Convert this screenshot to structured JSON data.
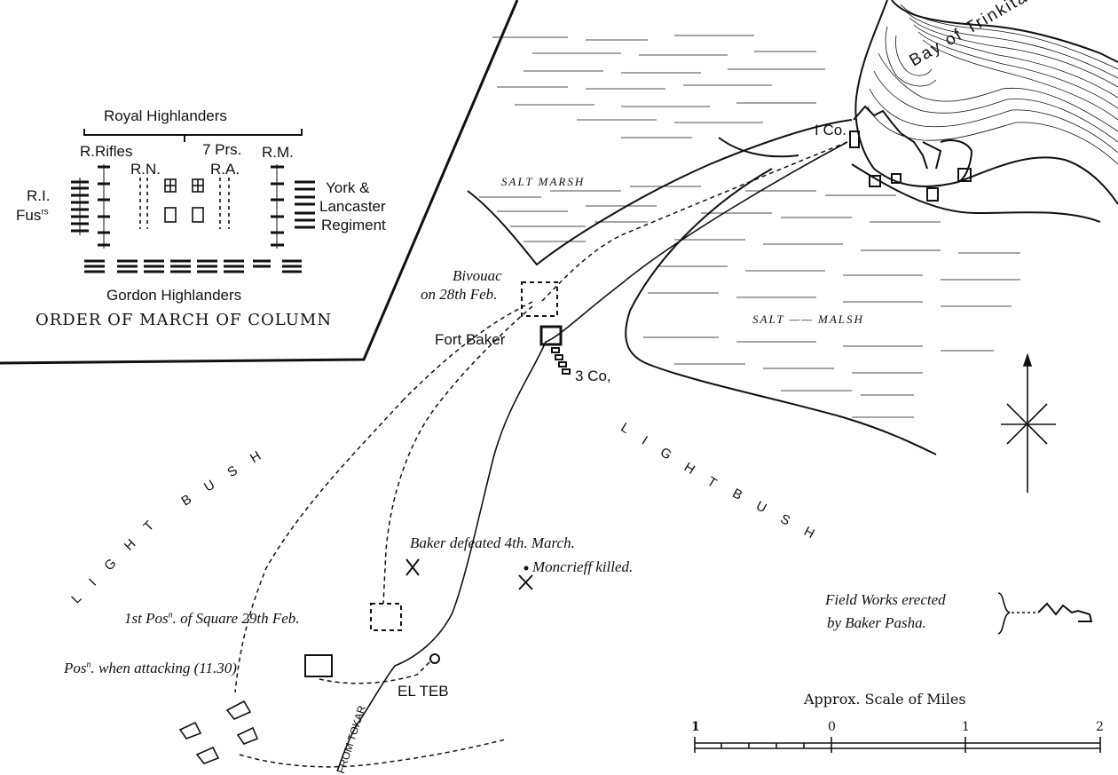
{
  "inset": {
    "royal_highlanders": "Royal Highlanders",
    "r_rifles": "R.Rifles",
    "seven_prs": "7 Prs.",
    "r_m": "R.M.",
    "r_n": "R.N.",
    "r_a": "R.A.",
    "r_i": "R.I.",
    "fus": "Fus",
    "fus_sup": "rs",
    "york": "York  &",
    "lancaster": "Lancaster",
    "regiment": "Regiment",
    "gordon": "Gordon  Highlanders",
    "title": "ORDER OF MARCH OF COLUMN"
  },
  "labels": {
    "bay": "Bay of Trinkitat",
    "one_co": "I Co.",
    "salt_marsh_1": "SALT   MARSH",
    "salt_marsh_2": "SALT  ——  MALSH",
    "bivouac_1": "Bivouac",
    "bivouac_2": "on 28th Feb.",
    "fort_baker": "Fort Baker",
    "three_co": "3 Co,",
    "light_bush_left_1": "L I G H T",
    "light_bush_left_2": "B U S H",
    "light_bush_right_1": "L I G H T",
    "light_bush_right_2": "B U S H",
    "baker_defeated": "Baker defeated 4th. March.",
    "moncrieff": "Moncrieff killed.",
    "first_pos": "1st Pos",
    "first_pos_sup": "n",
    "first_pos_rest": ". of Square 29th Feb.",
    "pos_attacking": "Pos",
    "pos_attacking_sup": "n",
    "pos_attacking_rest": ". when attacking (11.30)",
    "el_teb": "EL TEB",
    "from_tokar": "FROM TOKAR",
    "field_works_1": "Field Works erected",
    "field_works_2": "by Baker Pasha."
  },
  "scale": {
    "title": "Approx. Scale of Miles",
    "ticks": [
      "1",
      "0",
      "1",
      "2"
    ]
  },
  "icons": {
    "compass": "compass-rose-icon",
    "battle": "crossed-swords-icon",
    "square": "infantry-square-icon"
  }
}
